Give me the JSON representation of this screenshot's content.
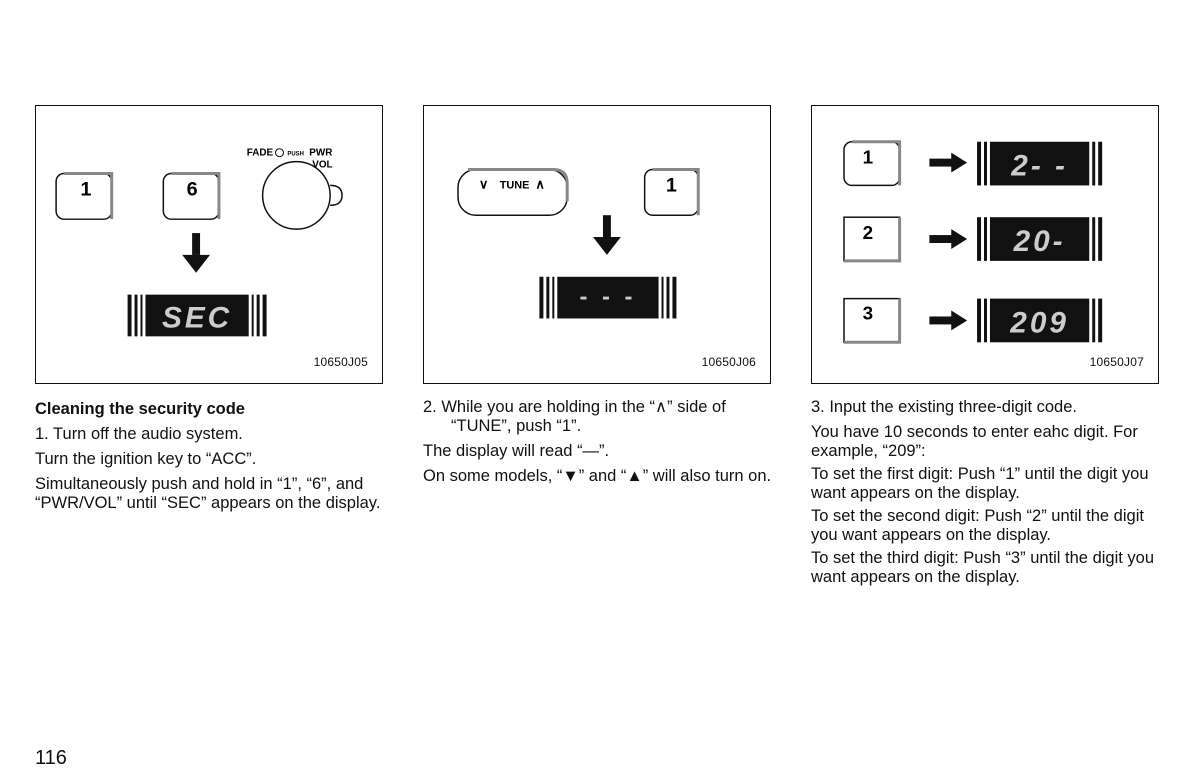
{
  "panels": [
    {
      "code": "10650J05",
      "buttons": [
        "1",
        "6"
      ],
      "knob_label_line1": "FADE",
      "knob_label_push": "PUSH",
      "knob_label_pwr": "PWR",
      "knob_label_vol": "VOL",
      "display": "SEC"
    },
    {
      "code": "10650J06",
      "tune_label": "TUNE",
      "button": "1",
      "display": "- - -"
    },
    {
      "code": "10650J07",
      "rows": [
        {
          "button": "1",
          "display": "2- -"
        },
        {
          "button": "2",
          "display": "20-"
        },
        {
          "button": "3",
          "display": "209"
        }
      ]
    }
  ],
  "col1": {
    "heading": "Cleaning the security code",
    "p1": "1.  Turn off the audio system.",
    "p2": "Turn the ignition key to “ACC”.",
    "p3": "Simultaneously push and hold in “1”, “6”, and “PWR/VOL” until “SEC” appears on the display."
  },
  "col2": {
    "p1": "2.  While you are holding in the “∧” side of “TUNE”, push “1”.",
    "p2": "The display will read “—”.",
    "p3": "On some models, “▼” and “▲” will also turn on."
  },
  "col3": {
    "p1": "3.  Input the existing three-digit code.",
    "p2": "You have 10 seconds to enter eahc digit. For example, “209”:",
    "p3": "To set the first digit: Push “1” until the digit you want appears on the display.",
    "p4": "To set the second digit: Push “2” until the digit you want appears on the display.",
    "p5": "To set the third digit: Push “3” until the digit you want appears on the display."
  },
  "page_number": "116"
}
